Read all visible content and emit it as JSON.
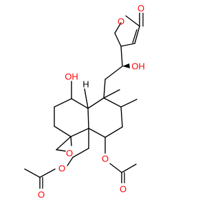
{
  "figure": {
    "description_type": "skeletal chemical structure",
    "colors": {
      "bond": "#000000",
      "oxygen": "#ff0000",
      "background": "#ffffff"
    },
    "atom_labels": {
      "lactone_ring_o": "O",
      "lactone_carbonyl_o": "O",
      "side_chain_oh": "OH",
      "ring_oh": "OH",
      "ring_h": "H",
      "epoxide_o": "O",
      "acetate1_ether_o": "O",
      "acetate1_carbonyl_o": "O",
      "acetate2_ether_o": "O",
      "acetate2_carbonyl_o": "O"
    }
  }
}
